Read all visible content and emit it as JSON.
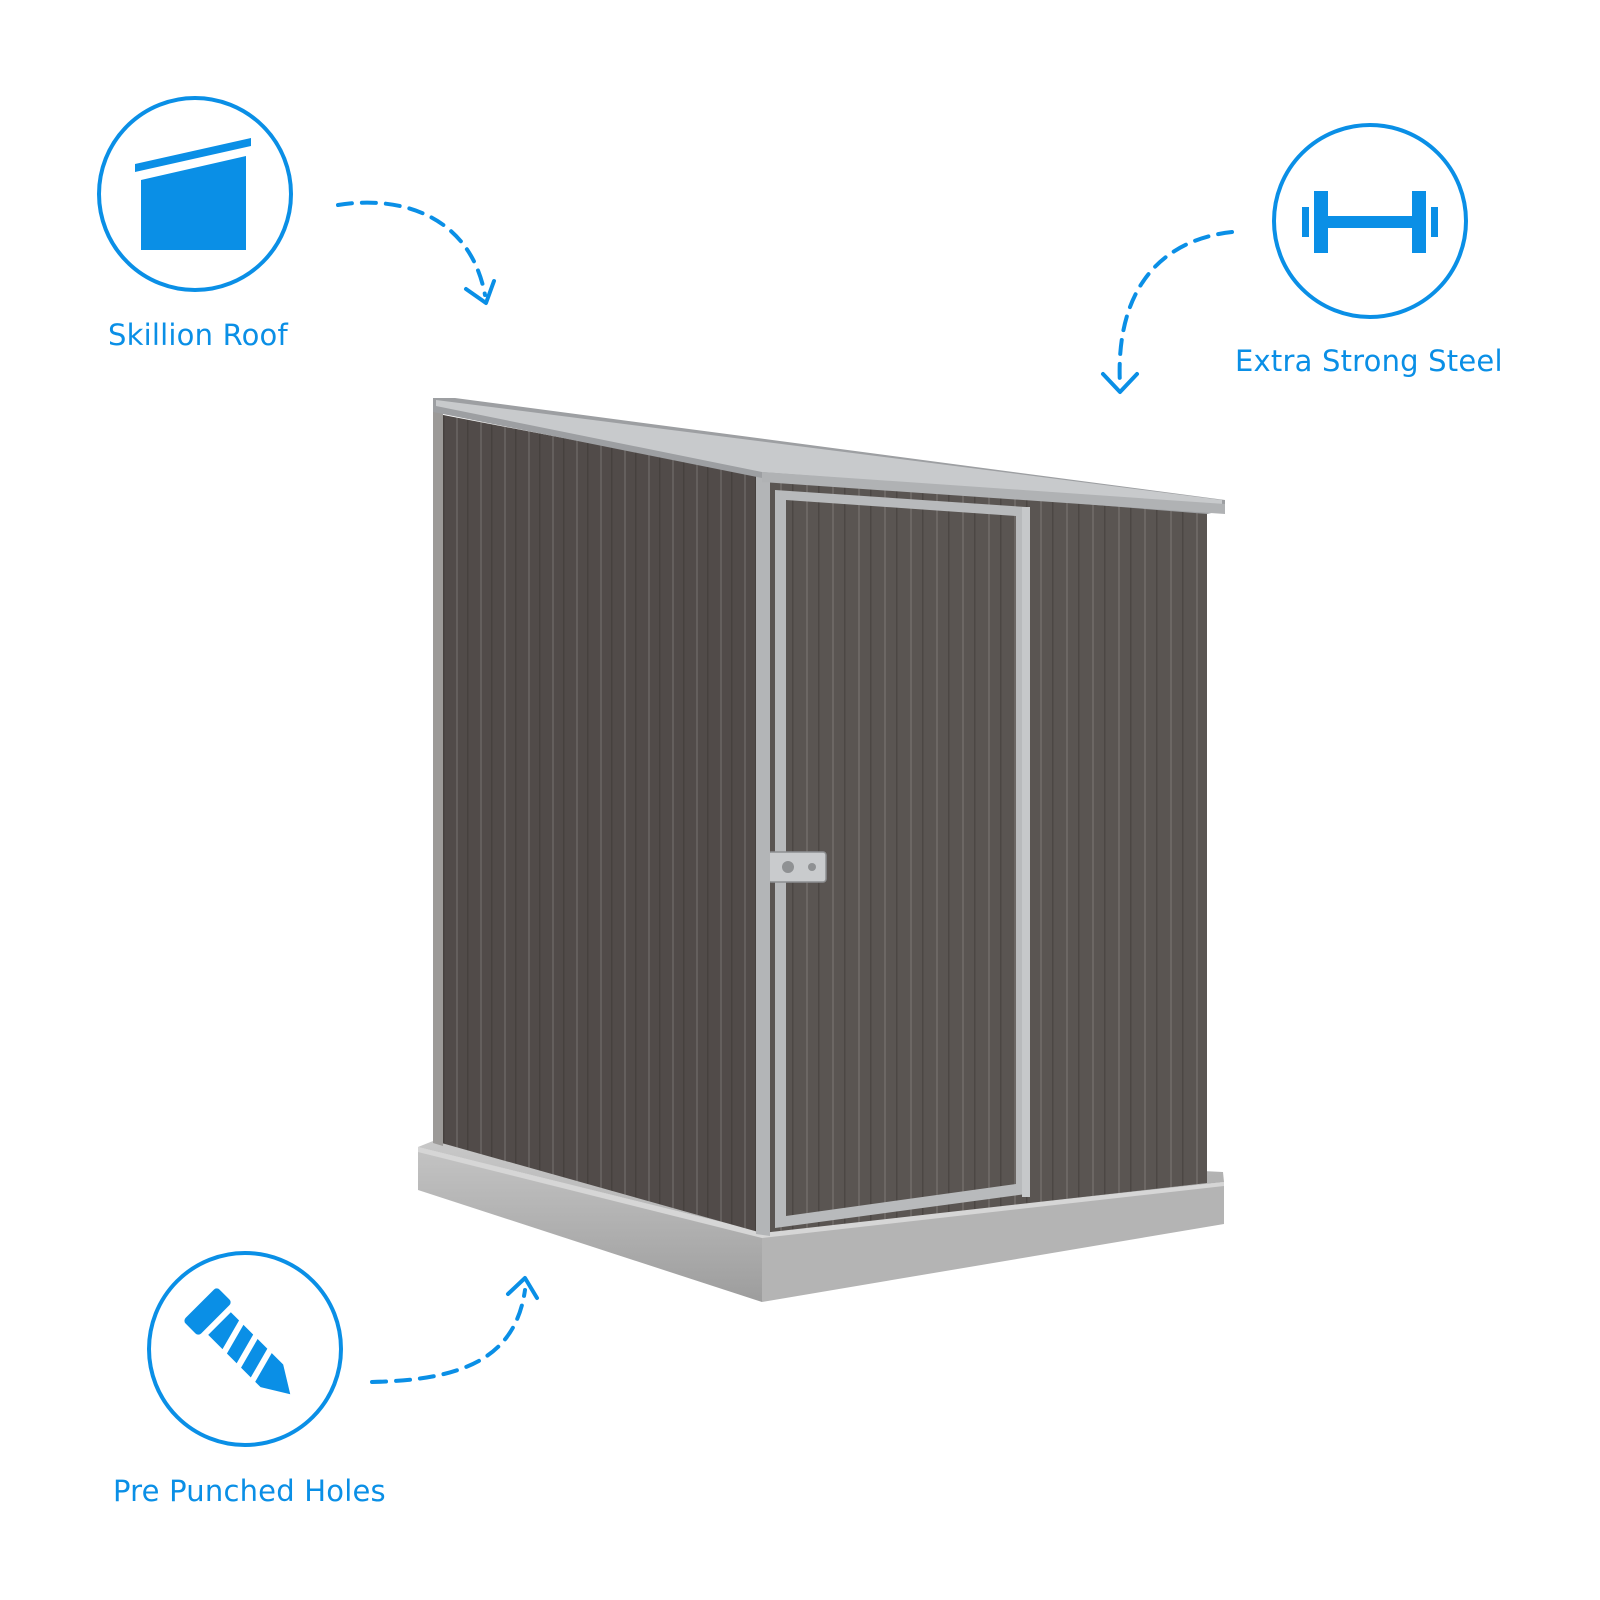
{
  "features": {
    "skillion_roof": {
      "label": "Skillion Roof",
      "icon": "skillion-roof-icon"
    },
    "extra_strong_steel": {
      "label": "Extra Strong Steel",
      "icon": "dumbbell-icon"
    },
    "pre_punched_holes": {
      "label": "Pre Punched Holes",
      "icon": "screw-icon"
    }
  },
  "colors": {
    "accent": "#0a8fe6",
    "shed_wall": "#575250",
    "shed_trim": "#b7b9bc",
    "concrete_base": "#b9b9b9"
  }
}
